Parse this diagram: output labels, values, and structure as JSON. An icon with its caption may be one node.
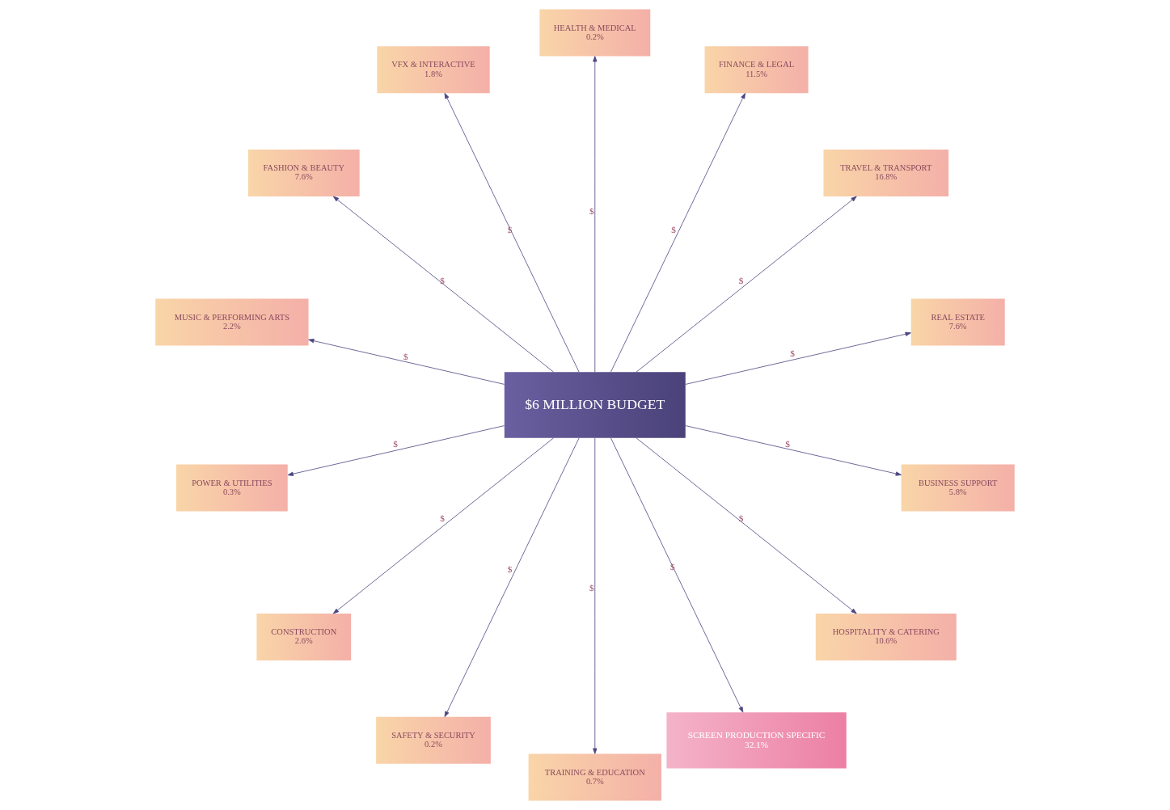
{
  "diagram": {
    "nodes": [
      {
        "text": [
          "$6 MILLION BUDGET"
        ]
      },
      {
        "text": [
          "REAL ESTATE",
          "7.6%"
        ]
      },
      {
        "text": [
          "TRAVEL & TRANSPORT",
          "16.8%"
        ]
      },
      {
        "text": [
          "FINANCE & LEGAL",
          "11.5%"
        ]
      },
      {
        "text": [
          "HEALTH & MEDICAL",
          "0.2%"
        ]
      },
      {
        "text": [
          "VFX & INTERACTIVE",
          "1.8%"
        ]
      },
      {
        "text": [
          "FASHION & BEAUTY",
          "7.6%"
        ]
      },
      {
        "text": [
          "MUSIC & PERFORMING ARTS",
          "2.2%"
        ]
      },
      {
        "text": [
          "POWER & UTILITIES",
          "0.3%"
        ]
      },
      {
        "text": [
          "CONSTRUCTION",
          "2.6%"
        ]
      },
      {
        "text": [
          "SAFETY & SECURITY",
          "0.2%"
        ]
      },
      {
        "text": [
          "TRAINING & EDUCATION",
          "0.7%"
        ]
      },
      {
        "text": [
          "SCREEN PRODUCTION SPECIFIC",
          "32.1%"
        ]
      },
      {
        "text": [
          "HOSPITALITY & CATERING",
          "10.6%"
        ]
      },
      {
        "text": [
          "BUSINESS SUPPORT",
          "5.8%"
        ]
      }
    ],
    "edges": [
      {
        "from": 0,
        "to": 1,
        "arrow": "to",
        "label": "$"
      },
      {
        "from": 0,
        "to": 2,
        "arrow": "to",
        "label": "$"
      },
      {
        "from": 0,
        "to": 3,
        "arrow": "to",
        "label": "$"
      },
      {
        "from": 0,
        "to": 4,
        "arrow": "to",
        "label": "$"
      },
      {
        "from": 0,
        "to": 5,
        "arrow": "to",
        "label": "$"
      },
      {
        "from": 0,
        "to": 6,
        "arrow": "to",
        "label": "$"
      },
      {
        "from": 0,
        "to": 7,
        "arrow": "to",
        "label": "$"
      },
      {
        "from": 0,
        "to": 8,
        "arrow": "to",
        "label": "$"
      },
      {
        "from": 0,
        "to": 9,
        "arrow": "to",
        "label": "$"
      },
      {
        "from": 0,
        "to": 10,
        "arrow": "to",
        "label": "$"
      },
      {
        "from": 0,
        "to": 11,
        "arrow": "to",
        "label": "$"
      },
      {
        "from": 0,
        "to": 12,
        "arrow": "to",
        "label": "$"
      },
      {
        "from": 0,
        "to": 13,
        "arrow": "to",
        "label": "$"
      },
      {
        "from": 0,
        "to": 14,
        "arrow": "to",
        "label": "$"
      }
    ]
  }
}
